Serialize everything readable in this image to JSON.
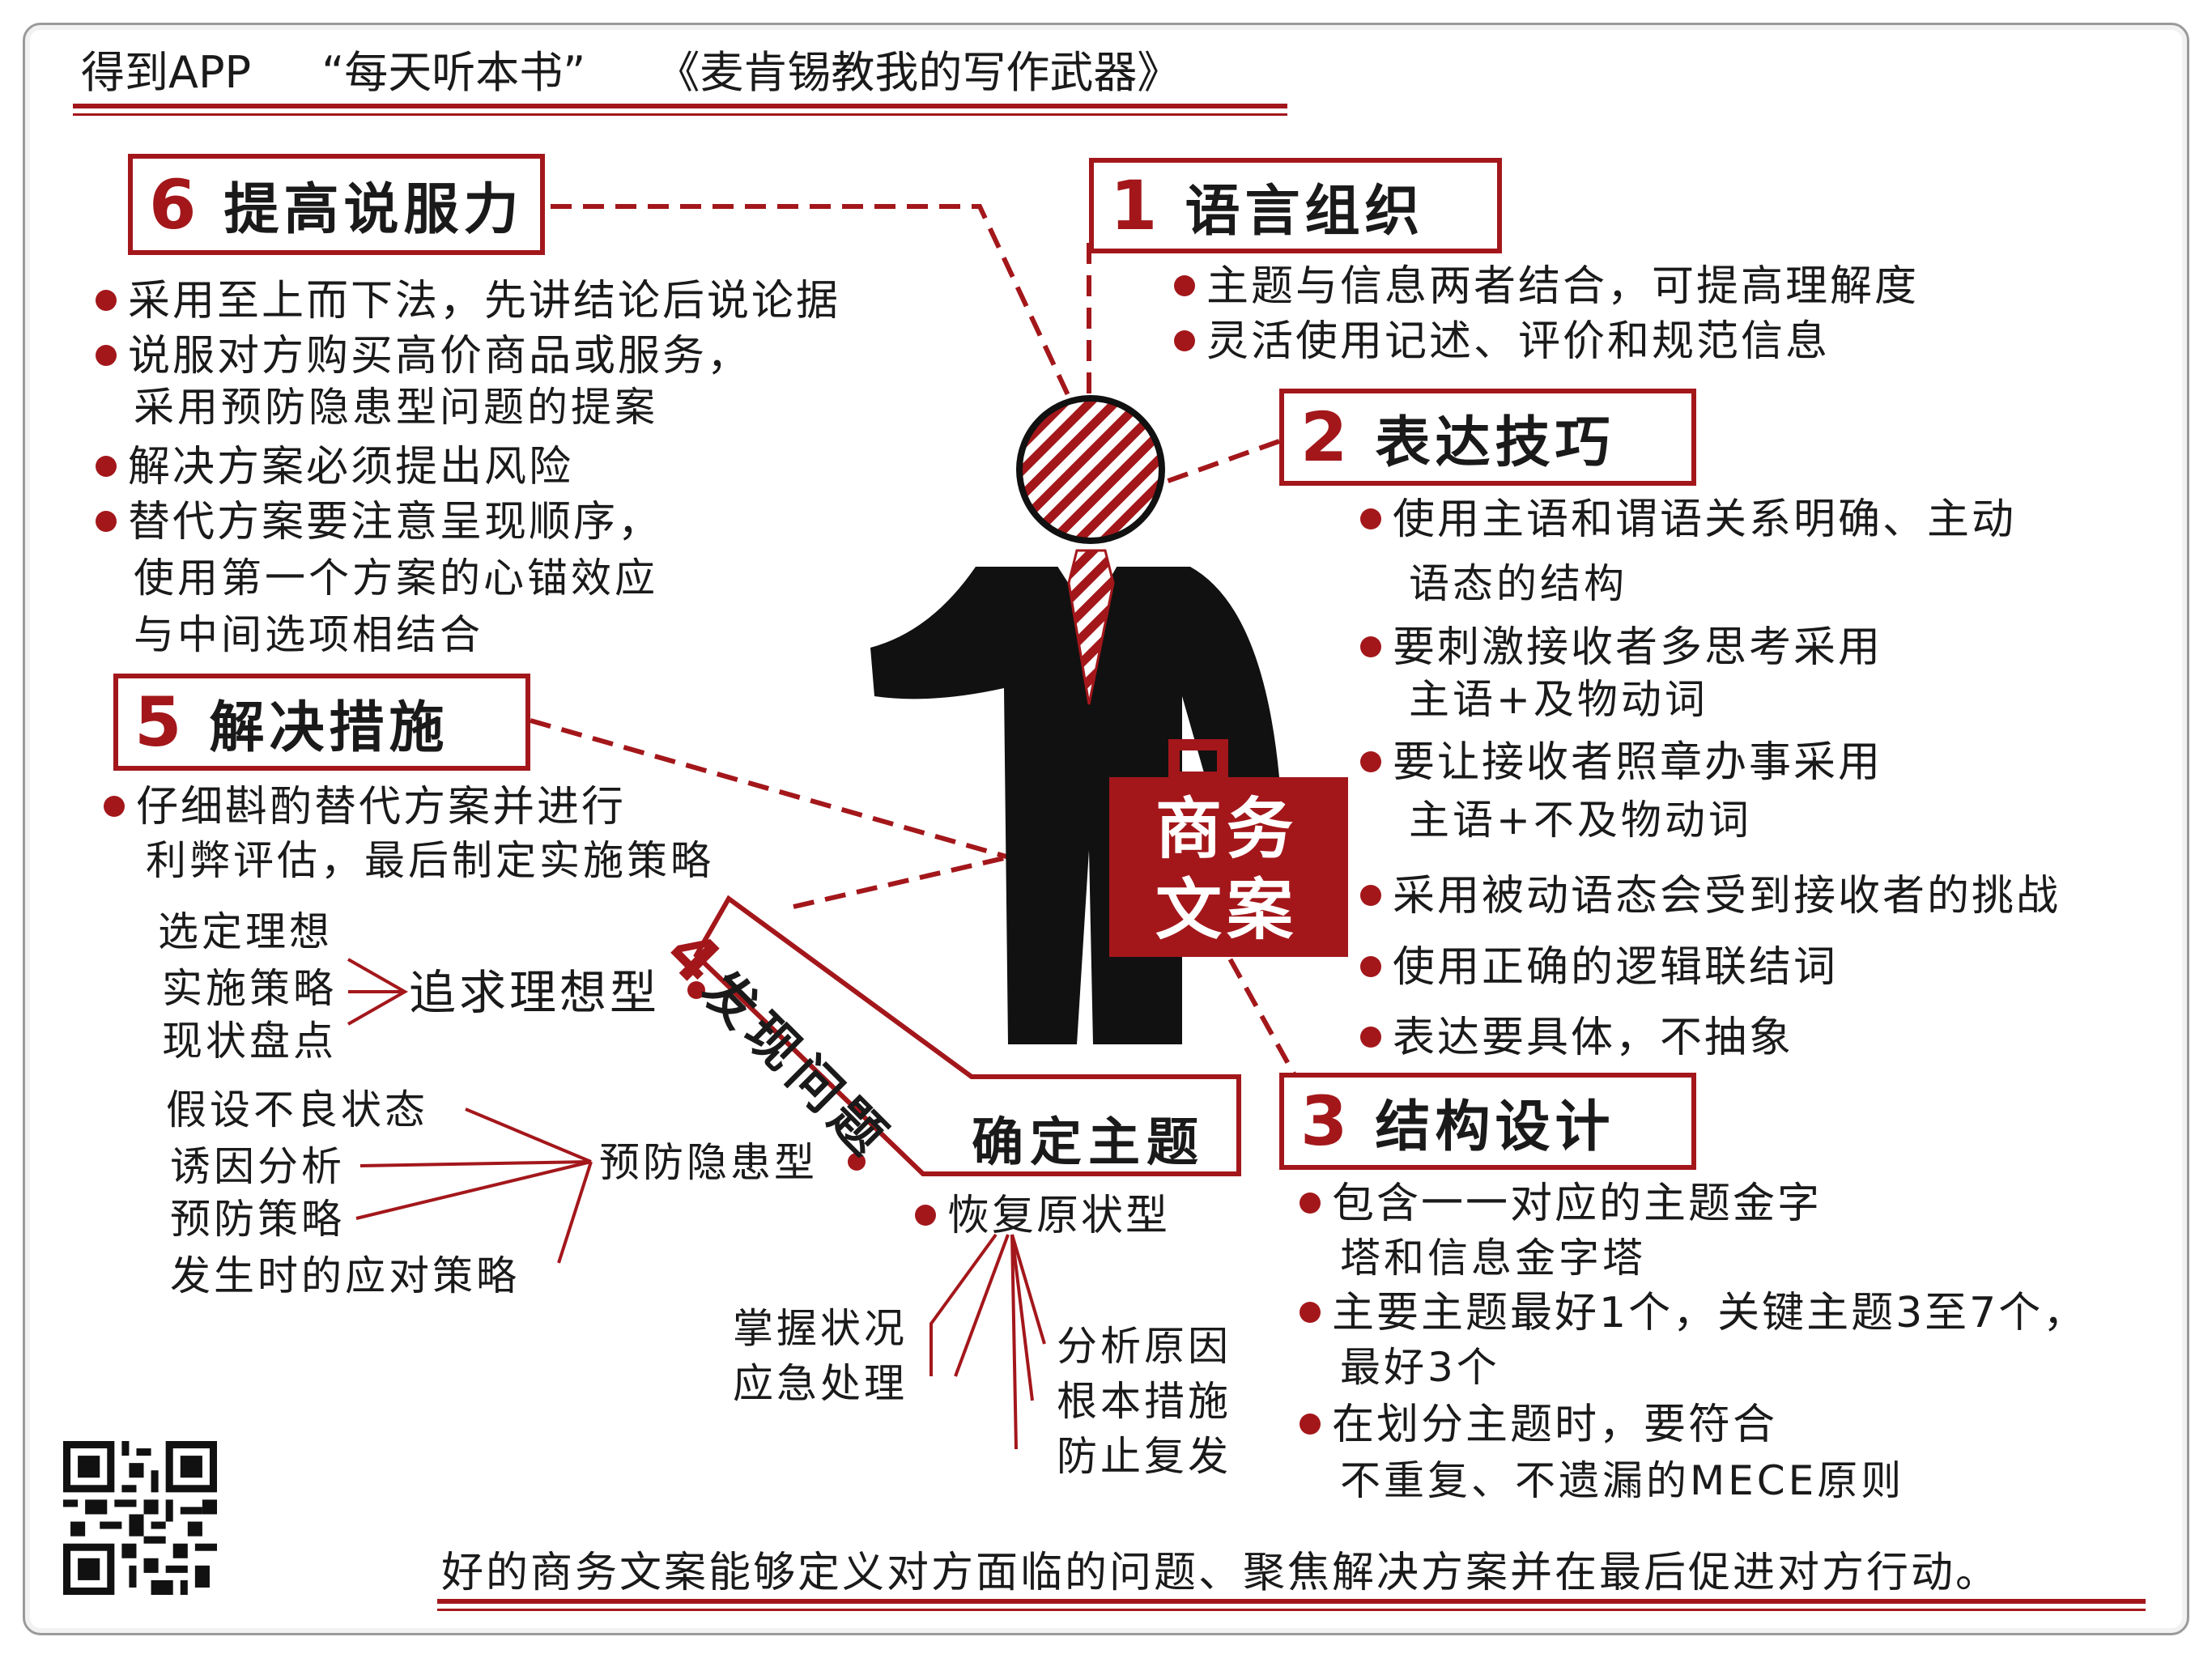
{
  "header": {
    "app": "得到APP",
    "series": "“每天听本书”",
    "book": "《麦肯锡教我的写作武器》"
  },
  "center": {
    "label_line1": "商务",
    "label_line2": "文案"
  },
  "sections": {
    "s1": {
      "num": "1",
      "title": "语言组织",
      "bullets": [
        "主题与信息两者结合，可提高理解度",
        "灵活使用记述、评价和规范信息"
      ]
    },
    "s2": {
      "num": "2",
      "title": "表达技巧",
      "bullets": [
        [
          "使用主语和谓语关系明确、主动",
          "语态的结构"
        ],
        [
          "要刺激接收者多思考采用",
          "主语+及物动词"
        ],
        [
          "要让接收者照章办事采用",
          "主语+不及物动词"
        ],
        [
          "采用被动语态会受到接收者的挑战"
        ],
        [
          "使用正确的逻辑联结词"
        ],
        [
          "表达要具体，不抽象"
        ]
      ]
    },
    "s3": {
      "num": "3",
      "title": "结构设计",
      "bullets": [
        [
          "包含一一对应的主题金字",
          "塔和信息金字塔"
        ],
        [
          "主要主题最好1个，关键主题3至7个，",
          "最好3个"
        ],
        [
          "在划分主题时，要符合",
          "不重复、不遗漏的MECE原则"
        ]
      ]
    },
    "s4": {
      "num": "4",
      "title": "发现问题",
      "title2": "确定主题",
      "types": {
        "ideal": "追求理想型",
        "prevent": "预防隐患型",
        "restore": "恢复原状型"
      },
      "ideal_items": [
        "选定理想",
        "实施策略",
        "现状盘点"
      ],
      "prevent_items": [
        "假设不良状态",
        "诱因分析",
        "预防策略",
        "发生时的应对策略"
      ],
      "restore_left": [
        "掌握状况",
        "应急处理"
      ],
      "restore_right": [
        "分析原因",
        "根本措施",
        "防止复发"
      ]
    },
    "s5": {
      "num": "5",
      "title": "解决措施",
      "bullets": [
        [
          "仔细斟酌替代方案并进行",
          "利弊评估，最后制定实施策略"
        ]
      ]
    },
    "s6": {
      "num": "6",
      "title": "提高说服力",
      "bullets": [
        [
          "采用至上而下法，先讲结论后说论据"
        ],
        [
          "说服对方购买高价商品或服务，",
          "采用预防隐患型问题的提案"
        ],
        [
          "解决方案必须提出风险"
        ],
        [
          "替代方案要注意呈现顺序，",
          "使用第一个方案的心锚效应",
          "与中间选项相结合"
        ]
      ]
    }
  },
  "footer": "好的商务文案能够定义对方面临的问题、聚焦解决方案并在最后促进对方行动。",
  "colors": {
    "accent": "#a3171b",
    "ink": "#111111"
  }
}
